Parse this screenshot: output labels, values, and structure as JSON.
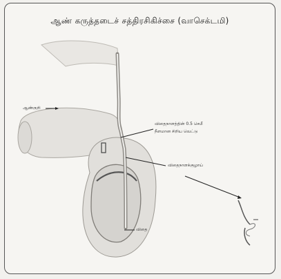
{
  "title": "ஆண் கருத்தடைச் சத்திரசிகிச்சை (வாசெக்டமி)",
  "labels": {
    "penis": "ஆண்குறி",
    "cut": "விதைநாளத்தின் 0.5 செமீ",
    "cut2": "நீளமான சிறிய வெட்டு",
    "duct": "விதைநாளக்குழாய்",
    "testis": "விதை"
  }
}
